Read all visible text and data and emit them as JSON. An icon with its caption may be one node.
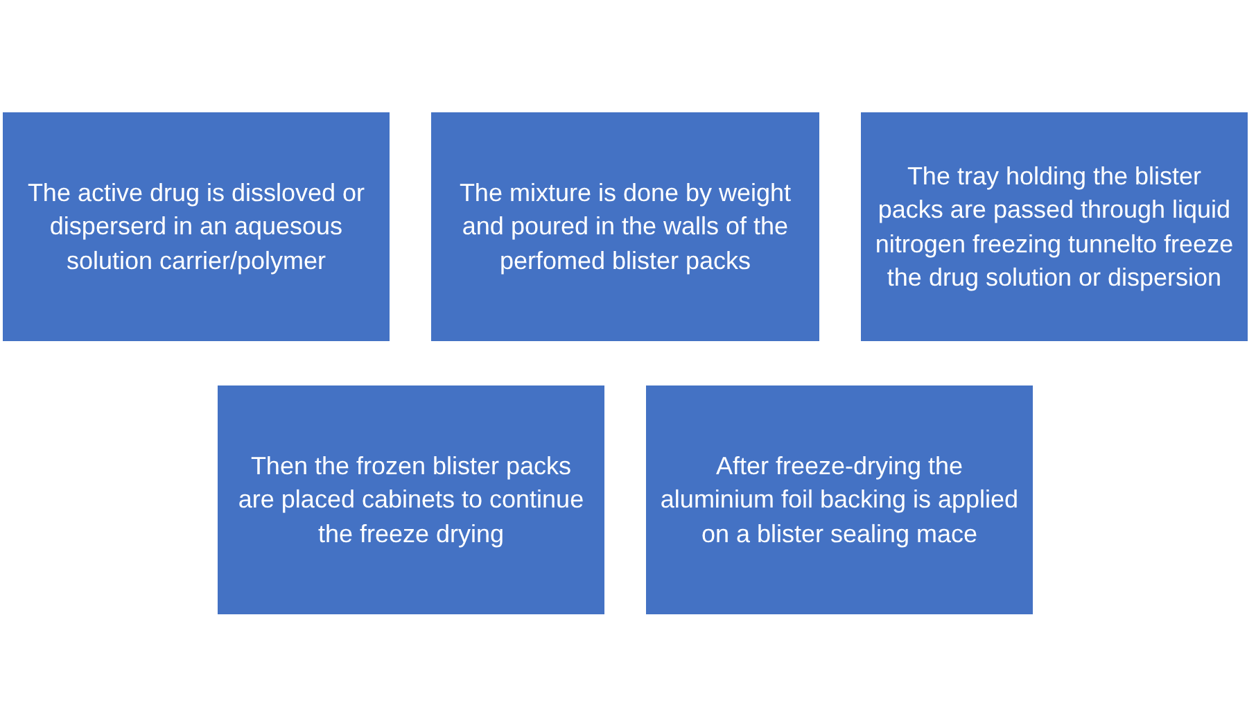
{
  "diagram": {
    "nodes": [
      {
        "text": [
          "The active drug is dissloved or disperserd in an aquesous solution carrier/polymer"
        ]
      },
      {
        "text": [
          "The mixture is done by weight and poured in the walls of the perfomed blister packs"
        ]
      },
      {
        "text": [
          "The tray holding the blister packs are passed through liquid nitrogen freezing tunnelto freeze the drug solution or dispersion"
        ]
      },
      {
        "text": [
          "Then the frozen blister packs are placed cabinets to continue the freeze drying"
        ]
      },
      {
        "text": [
          "After freeze-drying the aluminium foil backing is applied on a blister sealing mace"
        ]
      }
    ]
  }
}
